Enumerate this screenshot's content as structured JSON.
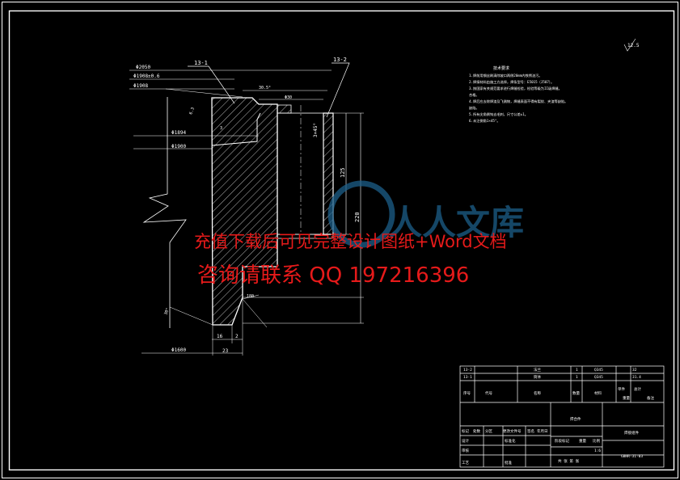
{
  "drawing": {
    "colors": {
      "background": "#000000",
      "line": "#ffffff",
      "hatch": "#e6e6e6",
      "watermark": "#e61a1a",
      "logo": "#1d5f8a"
    },
    "part_labels": [
      "13-1",
      "13-2"
    ],
    "dimensions": {
      "d1": "Φ2050",
      "d2": "Φ1908±0.6",
      "d3": "Φ1908",
      "d4": "Φ1894",
      "d5": "Φ1900",
      "d6": "Φ1600",
      "d7": "Φ30",
      "angle1": "30.5°",
      "angle2": "30°",
      "angle3": "6.3",
      "chamfer": "3×45°",
      "h1": "125",
      "h2": "220",
      "w1": "16",
      "w2": "2",
      "w3": "23",
      "w4": "180",
      "w5": "3"
    },
    "roughness_mark": "12.5",
    "tech_requirements": {
      "title": "技术要求",
      "lines": [
        "1.焊前用钢丝刷清除坡口两侧20mm内铁锈油污。",
        "2.焊接材料由施工方选择，焊条型号：E5015（J507）。",
        "3.按国家有关规范要求进行焊缝检验，检验等级为II级焊缝。",
        "  合格。",
        "4.焊后应去除焊渣及飞溅物，焊缝表面不得有裂纹、夹渣等缺陷。",
        "  缺陷。",
        "5.所有尖角倒钝去毛刺，尺寸公差±1。",
        "6.未注倒角1×45°。"
      ]
    },
    "title_block": {
      "rows": [
        [
          "13-2",
          "法兰",
          "1",
          "Q345",
          "",
          "32"
        ],
        [
          "13-1",
          "筒体",
          "1",
          "Q345",
          "",
          "31.4"
        ]
      ],
      "header": [
        "序号",
        "代号",
        "名称",
        "数量",
        "材料",
        "单件",
        "总计",
        "重量",
        "备注"
      ],
      "unit_label": "焊合件",
      "drawing_name": "焊接组件",
      "drawing_no": "GBHR-31-03",
      "scale": "1:6",
      "sheet": "共 张 第 张",
      "labels": [
        "标记",
        "处数",
        "分区",
        "更改文件号",
        "签名",
        "年月日",
        "设计",
        "标准化",
        "阶段标记",
        "重量",
        "比例",
        "审核",
        "工艺",
        "批准"
      ]
    }
  },
  "watermark": {
    "line1": "充值下载后可见完整设计图纸+Word文档",
    "line2": "咨询请联系  QQ 197216396",
    "logo_text": "人人文库"
  }
}
